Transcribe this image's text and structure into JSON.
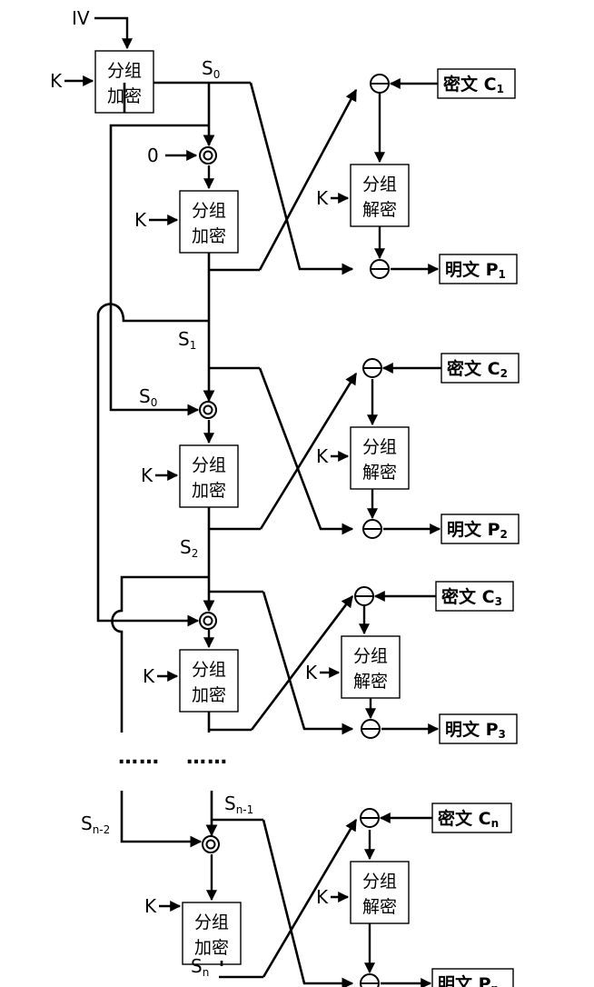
{
  "inputs": {
    "iv": "IV",
    "zero": "0",
    "key": "K"
  },
  "block_encrypt": {
    "line1": "分组",
    "line2": "加密"
  },
  "block_decrypt": {
    "line1": "分组",
    "line2": "解密"
  },
  "states": {
    "s0": {
      "base": "S",
      "sub": "0"
    },
    "s1": {
      "base": "S",
      "sub": "1"
    },
    "s2": {
      "base": "S",
      "sub": "2"
    },
    "sn2": {
      "base": "S",
      "sub": "n-2"
    },
    "sn1": {
      "base": "S",
      "sub": "n-1"
    },
    "sn": {
      "base": "S",
      "sub": "n"
    }
  },
  "ciphertexts": [
    {
      "label": "密文 C",
      "sub": "1"
    },
    {
      "label": "密文 C",
      "sub": "2"
    },
    {
      "label": "密文 C",
      "sub": "3"
    },
    {
      "label": "密文 C",
      "sub": "n"
    }
  ],
  "plaintexts": [
    {
      "label": "明文 P",
      "sub": "1"
    },
    {
      "label": "明文 P",
      "sub": "2"
    },
    {
      "label": "明文 P",
      "sub": "3"
    },
    {
      "label": "明文 P",
      "sub": "n"
    }
  ],
  "ellipsis": "……"
}
